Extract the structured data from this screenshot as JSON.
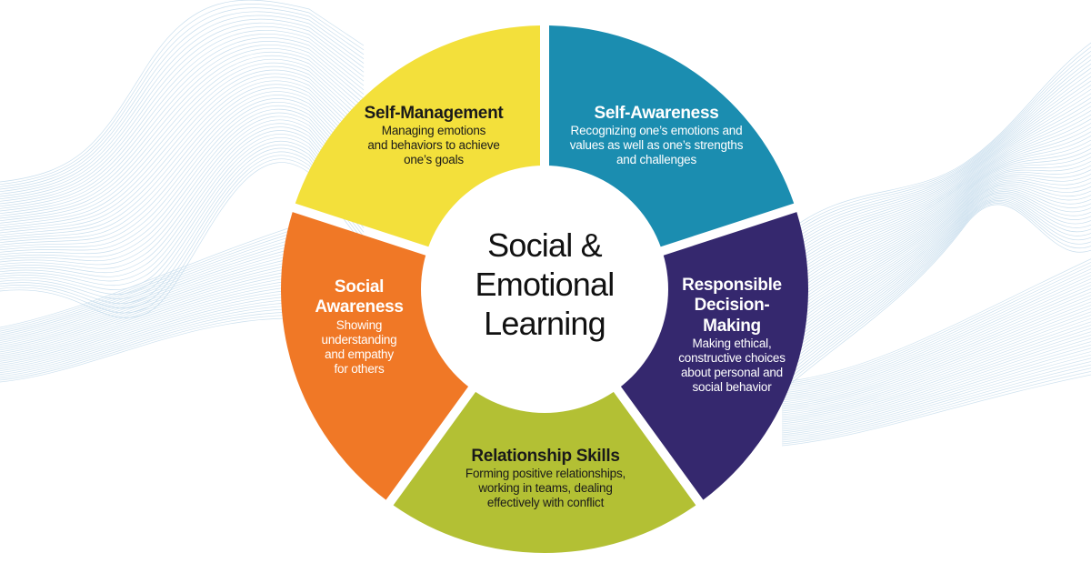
{
  "diagram": {
    "center": {
      "line1": "Social &",
      "line2": "Emotional",
      "line3": "Learning"
    },
    "segments": [
      {
        "id": "self-management",
        "title": "Self-Management",
        "description_lines": [
          "Managing emotions",
          "and behaviors to achieve",
          "one’s goals"
        ],
        "color": "#F3E03B",
        "text_color": "#1a1a1a"
      },
      {
        "id": "self-awareness",
        "title": "Self-Awareness",
        "description_lines": [
          "Recognizing one’s emotions and",
          "values as well as one’s strengths",
          "and challenges"
        ],
        "color": "#1B8DB0",
        "text_color": "#ffffff"
      },
      {
        "id": "responsible-decision-making",
        "title_lines": [
          "Responsible",
          "Decision-",
          "Making"
        ],
        "description_lines": [
          "Making ethical,",
          "constructive choices",
          "about personal and",
          "social behavior"
        ],
        "color": "#35286E",
        "text_color": "#ffffff"
      },
      {
        "id": "relationship-skills",
        "title": "Relationship Skills",
        "description_lines": [
          "Forming positive relationships,",
          "working in teams, dealing",
          "effectively with conflict"
        ],
        "color": "#B3C034",
        "text_color": "#1a1a1a"
      },
      {
        "id": "social-awareness",
        "title_lines": [
          "Social",
          "Awareness"
        ],
        "description_lines": [
          "Showing",
          "understanding",
          "and empathy",
          "for others"
        ],
        "color": "#F07826",
        "text_color": "#ffffff"
      }
    ],
    "background": {
      "wave_line_color": "#BFD8EA"
    }
  }
}
